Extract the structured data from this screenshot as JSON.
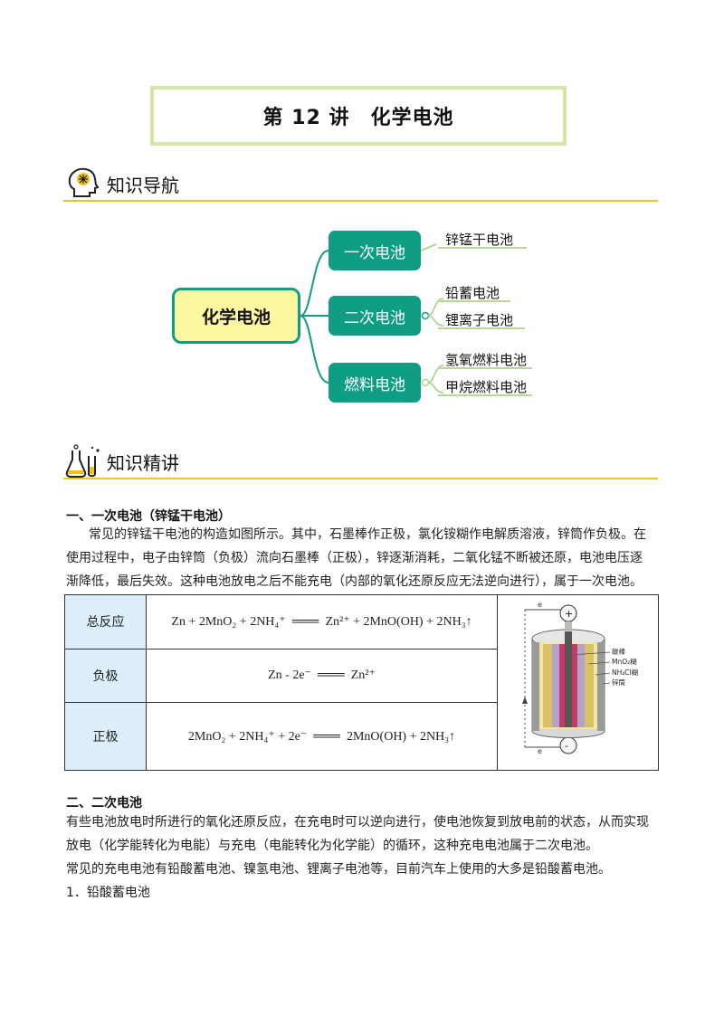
{
  "title": "第 12 讲　化学电池",
  "sections": {
    "nav_title": "知识导航",
    "lecture_title": "知识精讲"
  },
  "mindmap": {
    "root": "化学电池",
    "branches": [
      {
        "label": "一次电池",
        "leaves": [
          "锌锰干电池"
        ]
      },
      {
        "label": "二次电池",
        "leaves": [
          "铅蓄电池",
          "锂离子电池"
        ]
      },
      {
        "label": "燃料电池",
        "leaves": [
          "氢氧燃料电池",
          "甲烷燃料电池"
        ]
      }
    ]
  },
  "part1": {
    "heading": "一、一次电池（锌锰干电池）",
    "para_lines": [
      "常见的锌锰干电池的构造如图所示。其中，石墨棒作正极，氯化铵糊作电解质溶液，锌筒作负极。在",
      "使用过程中，电子由锌筒（负极）流向石墨棒（正极），锌逐渐消耗，二氧化锰不断被还原，电池电压逐",
      "渐降低，最后失效。这种电池放电之后不能充电（内部的氧化还原反应无法逆向进行），属于一次电池。"
    ]
  },
  "table": {
    "rows": [
      {
        "head": "总反应",
        "eq_left": "Zn + 2MnO₂ + 2NH₄⁺",
        "eq_right": "Zn²⁺ + 2MnO(OH)  + 2NH₃↑"
      },
      {
        "head": "负极",
        "eq_left": "Zn - 2e⁻",
        "eq_right": "Zn²⁺"
      },
      {
        "head": "正极",
        "eq_left": "2MnO₂ + 2NH₄⁺ + 2e⁻",
        "eq_right": "2MnO(OH)  + 2NH₃↑"
      }
    ],
    "diagram_labels": [
      "碳棒",
      "MnO₂糊",
      "NH₄Cl糊",
      "锌筒"
    ],
    "diagram_terminals": {
      "top": "+",
      "bottom": "-",
      "electron": "e"
    }
  },
  "part2": {
    "heading": "二、二次电池",
    "lines": [
      "有些电池放电时所进行的氧化还原反应，在充电时可以逆向进行，使电池恢复到放电前的状态，从而实现",
      "放电（化学能转化为电能）与充电（电能转化为化学能）的循环，这种充电电池属于二次电池。",
      "常见的充电电池有铅酸蓄电池、镍氢电池、锂离子电池等，目前汽车上使用的大多是铅酸蓄电池。",
      "1．铅酸蓄电池"
    ]
  },
  "colors": {
    "accent_teal": "#0f9d83",
    "root_fill": "#fcf7a0",
    "title_border": "#d4e7a7",
    "rule": "#e8c630",
    "table_head": "#dbeef9"
  }
}
